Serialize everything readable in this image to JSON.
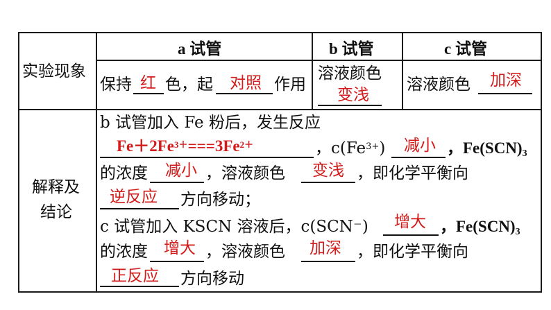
{
  "table": {
    "headers": {
      "a": "a 试管",
      "b": "b 试管",
      "c": "c 试管"
    },
    "row1_label": "实验现象",
    "row1": {
      "a_prefix": "保持",
      "a_ans1": "红",
      "a_mid": "色，起",
      "a_ans2": "对照",
      "a_suffix": "作用",
      "b_prefix": "溶液颜色",
      "b_ans": "变浅",
      "c_prefix": "溶液颜色",
      "c_ans": "加深"
    },
    "row2_label_line1": "解释及",
    "row2_label_line2": "结论",
    "row2": {
      "l1": "b 试管加入 Fe 粉后，发生反应",
      "l2_ans_a": "Fe＋2Fe",
      "l2_ans_sup1": "3＋",
      "l2_ans_b": "===3Fe",
      "l2_ans_sup2": "2＋",
      "l2_mid": "，c(Fe",
      "l2_sup": "3+",
      "l2_close": ")",
      "l2_ans3": "减小",
      "l2_suffix": "，Fe(SCN)",
      "l2_sub": "3",
      "l3_prefix": "的浓度",
      "l3_ans1": "减小",
      "l3_mid": "，溶液颜色",
      "l3_ans2": "变浅",
      "l3_suffix": "，即化学平衡向",
      "l4_ans": "逆反应",
      "l4_suffix": "方向移动；",
      "l5_prefix": "c 试管加入 KSCN 溶液后，c(SCN",
      "l5_sup": "－",
      "l5_close": ")",
      "l5_ans": "增大",
      "l5_suffix": "，Fe(SCN)",
      "l5_sub": "3",
      "l6_prefix": "的浓度",
      "l6_ans1": "增大",
      "l6_mid": "，溶液颜色",
      "l6_ans2": "加深",
      "l6_suffix": "，即化学平衡向",
      "l7_ans": "正反应",
      "l7_suffix": "方向移动"
    }
  }
}
